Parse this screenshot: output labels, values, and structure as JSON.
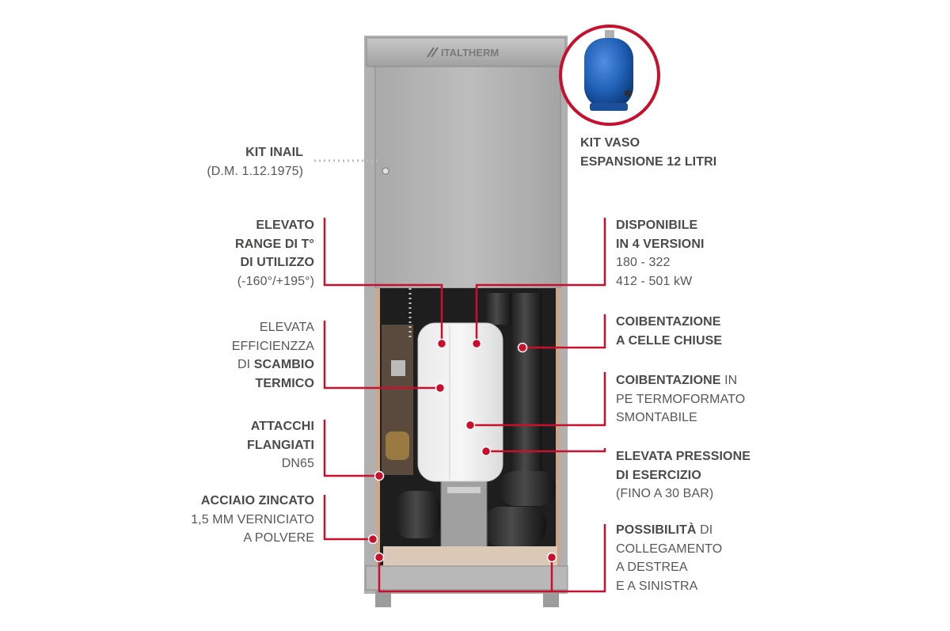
{
  "brand": {
    "logo_text": "ITALTHERM"
  },
  "inset": {
    "title_line1": "KIT VASO",
    "title_line2": "ESPANSIONE 12 LITRI",
    "vessel_color": "#1f5fb5"
  },
  "accent_color": "#c8102e",
  "labels": {
    "kit_inail": {
      "bold": "KIT INAIL",
      "line2": "(D.M. 1.12.1975)"
    },
    "range": {
      "bold1": "ELEVATO",
      "bold2": "RANGE DI T°",
      "bold3": "DI UTILIZZO",
      "line4": "(-160°/+195°)"
    },
    "efficienza": {
      "line1": "ELEVATA",
      "line2": "EFFICIENZZA",
      "line3_a": "DI ",
      "line3_b": "SCAMBIO",
      "bold4": "TERMICO"
    },
    "attacchi": {
      "bold1": "ATTACCHI",
      "bold2": "FLANGIATI",
      "line3": "DN65"
    },
    "acciaio": {
      "bold1": "ACCIAIO ZINCATO",
      "line2": "1,5 MM VERNICIATO",
      "line3": "A POLVERE"
    },
    "versioni": {
      "bold1": "DISPONIBILE",
      "bold2": "IN 4 VERSIONI",
      "line3": "180 - 322",
      "line4": "412 - 501 kW"
    },
    "celle": {
      "bold1": "COIBENTAZIONE",
      "bold2": "A CELLE CHIUSE"
    },
    "pe": {
      "bold1": "COIBENTAZIONE",
      "rest1": " IN",
      "line2": "PE TERMOFORMATO",
      "line3": "SMONTABILE"
    },
    "pressione": {
      "bold1": "ELEVATA PRESSIONE",
      "bold2": "DI ESERCIZIO",
      "line3": "(FINO A 30 BAR)"
    },
    "collegamento": {
      "bold1": "POSSIBILITÀ",
      "rest1": " DI",
      "line2": "COLLEGAMENTO",
      "line3": "A DESTREA",
      "line4": "E A SINISTRA"
    }
  }
}
